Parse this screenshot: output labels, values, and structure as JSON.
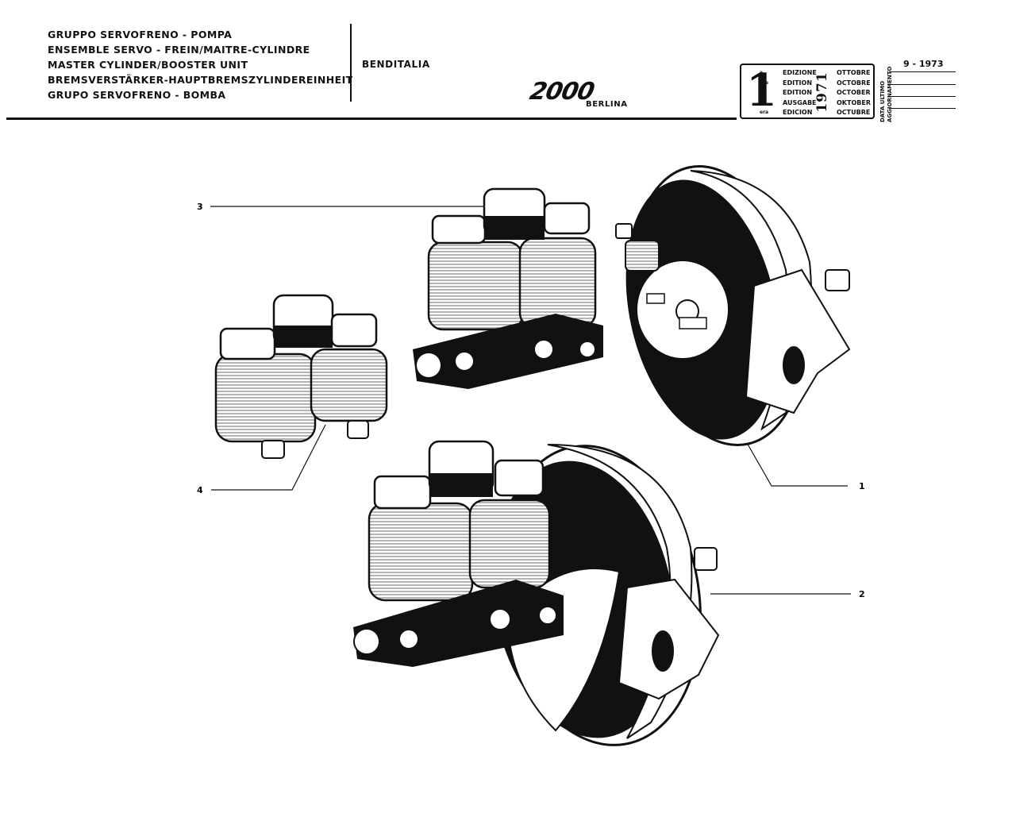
{
  "header": {
    "titles": [
      "GRUPPO SERVOFRENO - POMPA",
      "ENSEMBLE SERVO - FREIN/MAITRE-CYLINDRE",
      "MASTER CYLINDER/BOOSTER UNIT",
      "BREMSVERSTÄRKER-HAUPTBREMSZYLINDEREINHEIT",
      "GRUPO SERVOFRENO - BOMBA"
    ],
    "supplier": "BENDITALIA",
    "model_logo": "2000",
    "model_sub": "BERLINA"
  },
  "edition_box": {
    "number": "1",
    "superscripts": [
      "a",
      "ère",
      "st",
      "•",
      "era"
    ],
    "edition_labels": [
      "EDIZIONE",
      "EDITION",
      "EDITION",
      "AUSGABE",
      "EDICION"
    ],
    "year": "1971",
    "month_labels": [
      "OTTOBRE",
      "OCTOBRE",
      "OCTOBER",
      "OKTOBER",
      "OCTUBRE"
    ]
  },
  "last_update": {
    "label_line1": "DATA ULTIMO",
    "label_line2": "AGGIORNAMENTO",
    "value": "9 - 1973"
  },
  "callouts": {
    "c1": "1",
    "c2": "2",
    "c3": "3",
    "c4": "4"
  }
}
